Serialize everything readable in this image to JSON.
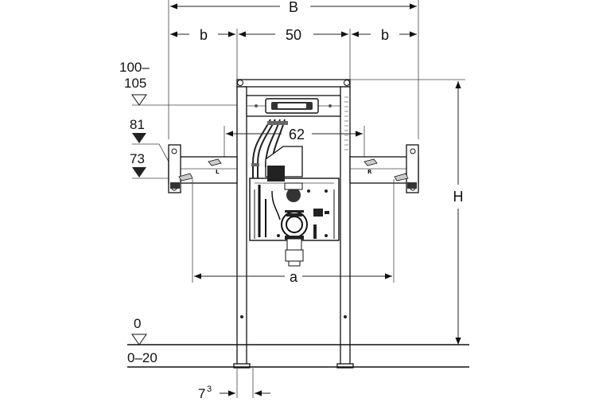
{
  "labels": {
    "B": "B",
    "b_left": "b",
    "center_width": "50",
    "b_right": "b",
    "level_top_line1": "100–",
    "level_top_line2": "105",
    "level_81": "81",
    "level_73": "73",
    "spacing_62": "62",
    "side_L": "L",
    "side_R": "R",
    "H": "H",
    "a": "a",
    "floor_0": "0",
    "floor_adjust": "0–20",
    "foot_offset": "7",
    "foot_offset_sup": "3"
  }
}
